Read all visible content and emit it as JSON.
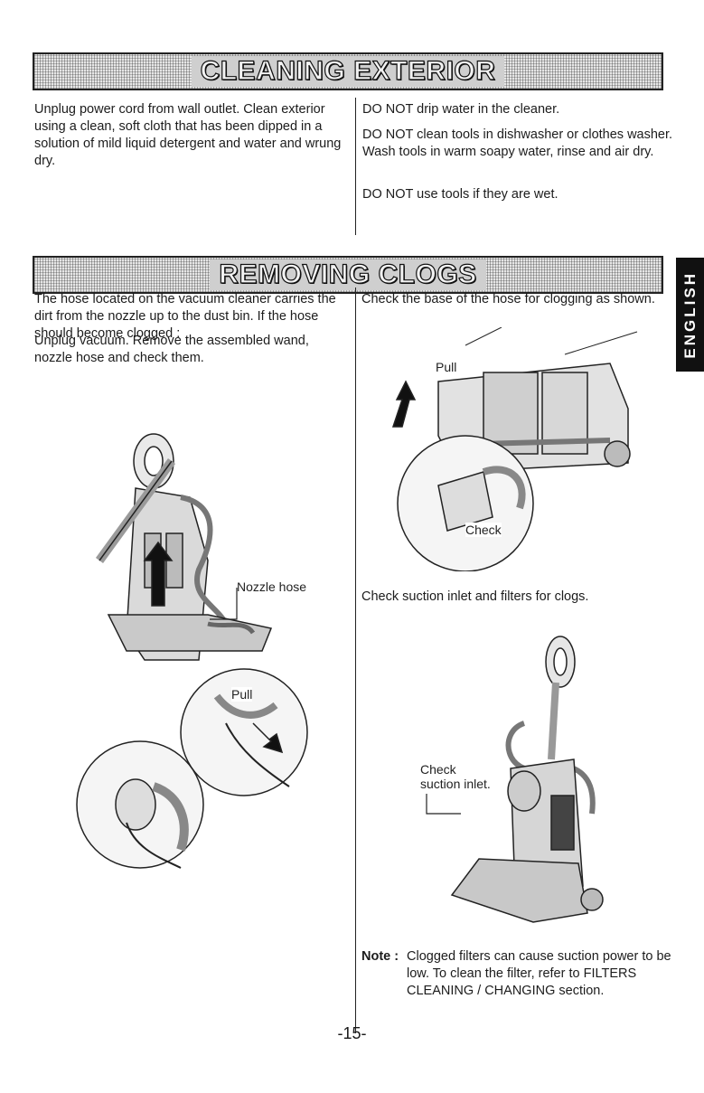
{
  "cleaning_exterior": {
    "title": "CLEANING EXTERIOR",
    "left_text": "Unplug power cord from wall outlet. Clean exterior using a clean, soft cloth that has been dipped in a solution of mild liquid detergent and water and wrung dry.",
    "right_paragraphs": [
      "DO NOT drip water in the cleaner.",
      "DO NOT clean tools in dishwasher or clothes washer. Wash tools in warm soapy water, rinse and air dry.",
      "DO NOT use tools if they are wet."
    ]
  },
  "removing_clogs": {
    "title": "REMOVING CLOGS",
    "left_paragraphs": [
      "The hose located on the vacuum cleaner carries the dirt from the nozzle up to the dust bin. If the hose should become clogged :",
      "Unplug vacuum. Remove the assembled wand, nozzle hose and check them."
    ],
    "right_intro": "Check the base of the hose for clogging as shown.",
    "suction_text": "Check suction inlet and filters  for clogs.",
    "figure_labels": {
      "nozzle_hose": "Nozzle hose",
      "pull_left": "Pull",
      "pull_right": "Pull",
      "check": "Check",
      "check_suction": "Check\nsuction inlet."
    },
    "note": {
      "label": "Note :",
      "text": "Clogged filters can cause suction power to be low. To clean the filter, refer to FILTERS CLEANING / CHANGING section."
    }
  },
  "side_tab": "ENGLISH",
  "page_number": "-15-"
}
